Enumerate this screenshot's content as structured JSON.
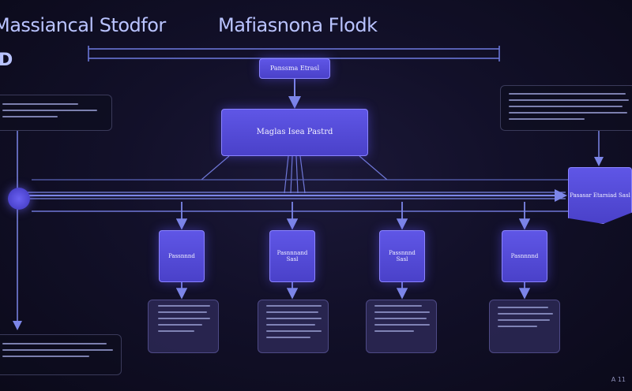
{
  "header": {
    "left_title": "Massiancal Stodfor",
    "center_title": "Mafiasnona Flodk",
    "side_letter": "D"
  },
  "nodes": {
    "top": "Panssma Etrasl",
    "main": "Maglas Isea Pastrd",
    "right": "Pasasar Etarsiad Sasl",
    "children": [
      "Passnnnd",
      "Pasnnnand Sasl",
      "Passnnnd Sasl",
      "Pasnnnnd"
    ]
  },
  "corner_text": "A 11",
  "colors": {
    "background": "#0e0d1f",
    "node_fill": "#5a51e0",
    "node_border": "#8a83ff",
    "wire": "#7c86e8",
    "text": "#b9c3ff"
  }
}
